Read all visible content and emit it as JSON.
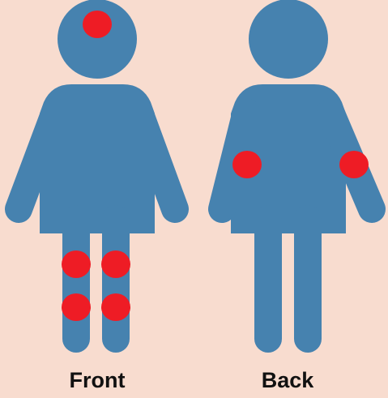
{
  "colors": {
    "background": "#F8DCCF",
    "figure": "#4682AF",
    "marker": "#EE1C25",
    "text": "#111111"
  },
  "figures": [
    {
      "label": "Front",
      "markers": [
        "head",
        "left-knee",
        "right-knee",
        "left-shin",
        "right-shin"
      ]
    },
    {
      "label": "Back",
      "markers": [
        "left-elbow",
        "right-elbow"
      ]
    }
  ]
}
